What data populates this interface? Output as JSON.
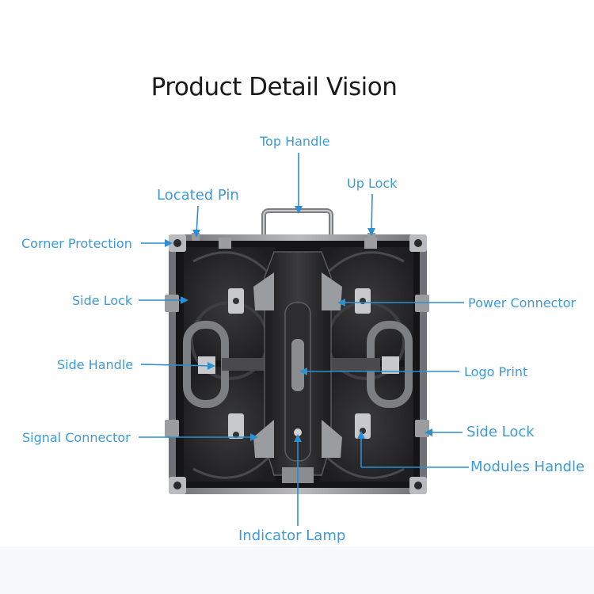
{
  "title": "Product Detail Vision",
  "colors": {
    "label": "#3d9ad6",
    "leader": "#2b8fd0",
    "cabinet": "#2a2a2d",
    "frame": "#8a8c90"
  },
  "labels": {
    "top_handle": "Top Handle",
    "located_pin": "Located Pin",
    "up_lock": "Up Lock",
    "corner_protection": "Corner Protection",
    "side_lock_left": "Side Lock",
    "power_connector": "Power Connector",
    "side_handle": "Side Handle",
    "logo_print": "Logo Print",
    "signal_connector": "Signal Connector",
    "side_lock_right": "Side Lock",
    "modules_handle": "Modules Handle",
    "indicator_lamp": "Indicator Lamp"
  }
}
